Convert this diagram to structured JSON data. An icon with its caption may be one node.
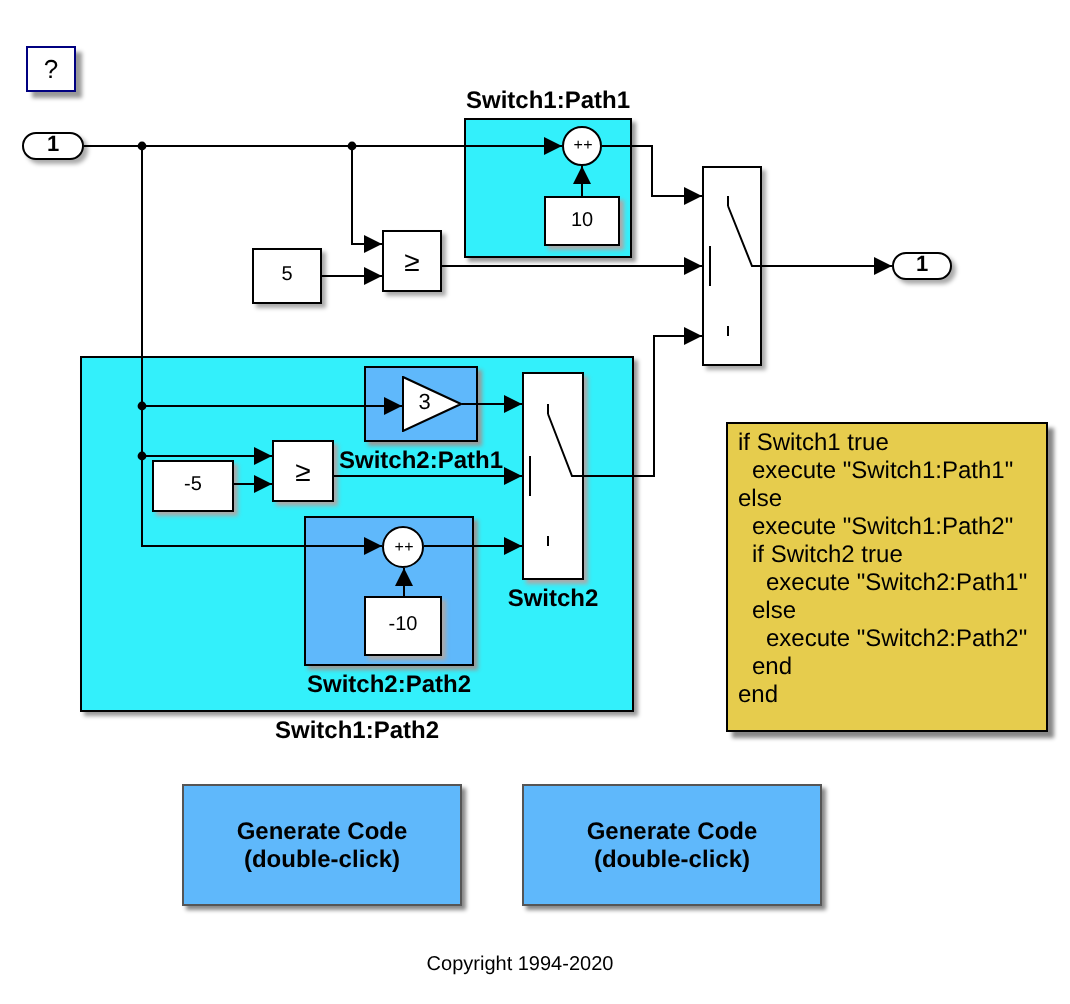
{
  "diagram": {
    "nodes": [
      {
        "text": [
          "?"
        ]
      },
      {
        "text": [
          "1"
        ]
      },
      {
        "text": [
          "Switch1:Path1"
        ]
      },
      {
        "text": [
          "+ +"
        ],
        "in": 2
      },
      {
        "text": [
          "10"
        ],
        "in": 2
      },
      {
        "text": [
          "5"
        ]
      },
      {
        "text": [
          "≥"
        ]
      },
      {
        "text": [],
        "shape": "box"
      },
      {
        "text": [
          "1"
        ]
      },
      {
        "text": [
          "Switch1:Path2"
        ]
      },
      {
        "text": [
          "Switch2:Path1"
        ],
        "in": 9
      },
      {
        "text": [
          "3"
        ],
        "in": 10
      },
      {
        "text": [
          "-5"
        ],
        "in": 9
      },
      {
        "text": [
          "≥"
        ],
        "in": 9
      },
      {
        "text": [
          "Switch2:Path2"
        ],
        "in": 9
      },
      {
        "text": [
          "+ +"
        ],
        "in": 14
      },
      {
        "text": [
          "-10"
        ],
        "in": 14
      },
      {
        "text": [
          "Switch2"
        ],
        "in": 9
      },
      {
        "text": [
          "if Switch1 true",
          "execute \"Switch1:Path1\"",
          "else",
          "execute \"Switch1:Path2\"",
          "if Switch2 true",
          "execute \"Switch2:Path1\"",
          "else",
          "execute \"Switch2:Path2\"",
          "end",
          "end"
        ]
      },
      {
        "text": [
          "Generate Code (double-click)"
        ]
      },
      {
        "text": [
          "Generate Code (double-click)"
        ]
      }
    ],
    "edges": [
      {
        "from": 1,
        "to": 3,
        "arrow": "to"
      },
      {
        "from": 1,
        "to": 6,
        "arrow": "to"
      },
      {
        "from": 5,
        "to": 6,
        "arrow": "to"
      },
      {
        "from": 4,
        "to": 3,
        "arrow": "to"
      },
      {
        "from": 3,
        "to": 7,
        "arrow": "to"
      },
      {
        "from": 6,
        "to": 7,
        "arrow": "to"
      },
      {
        "from": 17,
        "to": 7,
        "arrow": "to"
      },
      {
        "from": 7,
        "to": 8,
        "arrow": "to"
      },
      {
        "from": 1,
        "to": 11,
        "arrow": "to"
      },
      {
        "from": 1,
        "to": 13,
        "arrow": "to"
      },
      {
        "from": 12,
        "to": 13,
        "arrow": "to"
      },
      {
        "from": 1,
        "to": 15,
        "arrow": "to"
      },
      {
        "from": 16,
        "to": 15,
        "arrow": "to"
      },
      {
        "from": 11,
        "to": 17,
        "arrow": "to"
      },
      {
        "from": 13,
        "to": 17,
        "arrow": "to"
      },
      {
        "from": 15,
        "to": 17,
        "arrow": "to"
      }
    ],
    "labels": [
      "Copyright 1994-2020"
    ]
  }
}
